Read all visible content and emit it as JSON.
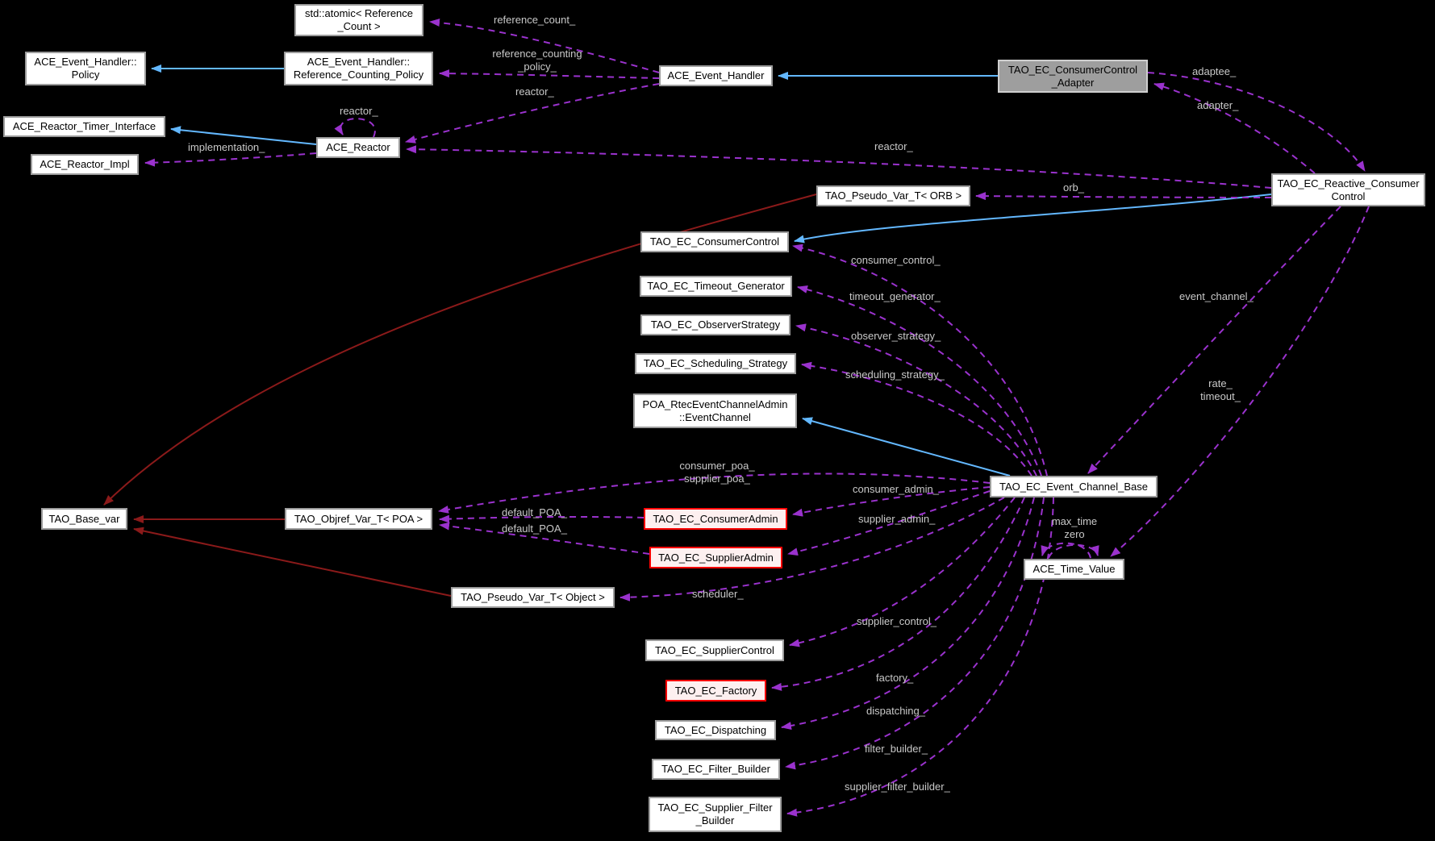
{
  "diagram_type": "collaboration-graph",
  "colors": {
    "background": "#000000",
    "node_fill": "#ffffff",
    "node_border": "#9c9c9c",
    "node_text": "#000000",
    "current_node_fill": "#9e9e9e",
    "current_node_border": "#cfcfcf",
    "highlight_node_fill": "#fdf0f0",
    "highlight_node_border": "#ff0000",
    "usage_edge": "#9a32cd",
    "inheritance_edge": "#63b8ff",
    "private_inheritance_edge": "#8b1a1a",
    "edge_label": "#c9c9c9"
  },
  "nodes": {
    "atomic_ref_count": {
      "lines": [
        "std::atomic< Reference",
        "_Count >"
      ]
    },
    "ace_event_handler_policy": {
      "lines": [
        "ACE_Event_Handler::",
        "Policy"
      ]
    },
    "ace_event_handler_rcp": {
      "lines": [
        "ACE_Event_Handler::",
        "Reference_Counting_Policy"
      ]
    },
    "ace_reactor_timer_interface": {
      "lines": [
        "ACE_Reactor_Timer_Interface"
      ]
    },
    "ace_reactor_impl": {
      "lines": [
        "ACE_Reactor_Impl"
      ]
    },
    "ace_reactor": {
      "lines": [
        "ACE_Reactor"
      ]
    },
    "ace_event_handler": {
      "lines": [
        "ACE_Event_Handler"
      ]
    },
    "consumer_control_adapter": {
      "lines": [
        "TAO_EC_ConsumerControl",
        "_Adapter"
      ]
    },
    "reactive_consumer_control": {
      "lines": [
        "TAO_EC_Reactive_Consumer",
        "Control"
      ]
    },
    "pseudo_var_orb": {
      "lines": [
        "TAO_Pseudo_Var_T< ORB >"
      ]
    },
    "ec_consumer_control": {
      "lines": [
        "TAO_EC_ConsumerControl"
      ]
    },
    "ec_timeout_generator": {
      "lines": [
        "TAO_EC_Timeout_Generator"
      ]
    },
    "ec_observer_strategy": {
      "lines": [
        "TAO_EC_ObserverStrategy"
      ]
    },
    "ec_scheduling_strategy": {
      "lines": [
        "TAO_EC_Scheduling_Strategy"
      ]
    },
    "poa_rtec_event_channel": {
      "lines": [
        "POA_RtecEventChannelAdmin",
        "::EventChannel"
      ]
    },
    "ec_event_channel_base": {
      "lines": [
        "TAO_EC_Event_Channel_Base"
      ]
    },
    "tao_base_var": {
      "lines": [
        "TAO_Base_var"
      ]
    },
    "objref_var_poa": {
      "lines": [
        "TAO_Objref_Var_T< POA >"
      ]
    },
    "ec_consumer_admin": {
      "lines": [
        "TAO_EC_ConsumerAdmin"
      ]
    },
    "ec_supplier_admin": {
      "lines": [
        "TAO_EC_SupplierAdmin"
      ]
    },
    "pseudo_var_object": {
      "lines": [
        "TAO_Pseudo_Var_T< Object >"
      ]
    },
    "ec_supplier_control": {
      "lines": [
        "TAO_EC_SupplierControl"
      ]
    },
    "ec_factory": {
      "lines": [
        "TAO_EC_Factory"
      ]
    },
    "ec_dispatching": {
      "lines": [
        "TAO_EC_Dispatching"
      ]
    },
    "ec_filter_builder": {
      "lines": [
        "TAO_EC_Filter_Builder"
      ]
    },
    "ec_supplier_filter_builder": {
      "lines": [
        "TAO_EC_Supplier_Filter",
        "_Builder"
      ]
    },
    "ace_time_value": {
      "lines": [
        "ACE_Time_Value"
      ]
    }
  },
  "edge_labels": {
    "reference_count": {
      "text": "reference_count_"
    },
    "reference_counting_policy": {
      "lines": [
        "reference_counting",
        "_policy_"
      ]
    },
    "reactor_handler": {
      "text": "reactor_"
    },
    "reactor_self": {
      "text": "reactor_"
    },
    "implementation": {
      "text": "implementation_"
    },
    "adaptee": {
      "text": "adaptee_"
    },
    "adapter": {
      "text": "adapter_"
    },
    "reactor_reactive": {
      "text": "reactor_"
    },
    "orb": {
      "text": "orb_"
    },
    "consumer_control": {
      "text": "consumer_control_"
    },
    "timeout_generator": {
      "text": "timeout_generator_"
    },
    "observer_strategy": {
      "text": "observer_strategy_"
    },
    "scheduling_strategy": {
      "text": "scheduling_strategy_"
    },
    "event_channel": {
      "text": "event_channel_"
    },
    "rate_timeout": {
      "lines": [
        "rate_",
        "timeout_"
      ]
    },
    "consumer_supplier_poa": {
      "lines": [
        "consumer_poa_",
        "supplier_poa_"
      ]
    },
    "consumer_admin": {
      "text": "consumer_admin_"
    },
    "supplier_admin": {
      "text": "supplier_admin_"
    },
    "default_poa_consumer": {
      "text": "default_POA_"
    },
    "default_poa_supplier": {
      "text": "default_POA_"
    },
    "scheduler": {
      "text": "scheduler_"
    },
    "supplier_control": {
      "text": "supplier_control_"
    },
    "factory": {
      "text": "factory_"
    },
    "dispatching": {
      "text": "dispatching_"
    },
    "filter_builder": {
      "text": "filter_builder_"
    },
    "supplier_filter_builder": {
      "text": "supplier_filter_builder_"
    },
    "max_time_zero": {
      "lines": [
        "max_time",
        "zero"
      ]
    }
  }
}
